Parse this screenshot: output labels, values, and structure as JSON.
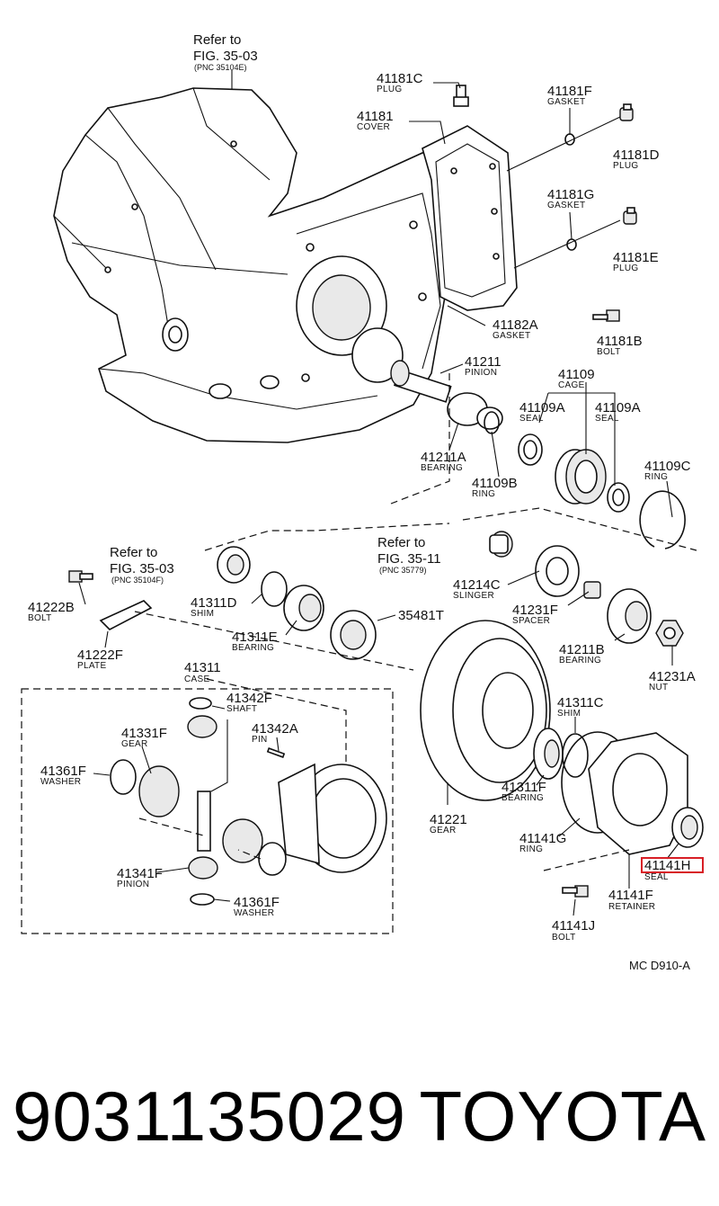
{
  "callouts": [
    {
      "id": "ref-35-03-top",
      "refer": "Refer to",
      "fig": "FIG. 35-03",
      "pnc": "(PNC 35104E)"
    },
    {
      "id": "ref-35-03-left",
      "refer": "Refer to",
      "fig": "FIG. 35-03",
      "pnc": "(PNC 35104F)"
    },
    {
      "id": "ref-35-11",
      "refer": "Refer to",
      "fig": "FIG. 35-11",
      "pnc": "(PNC 35779)"
    }
  ],
  "parts": [
    {
      "code": "41181C",
      "name": "PLUG"
    },
    {
      "code": "41181F",
      "name": "GASKET"
    },
    {
      "code": "41181",
      "name": "COVER"
    },
    {
      "code": "41181D",
      "name": "PLUG"
    },
    {
      "code": "41181G",
      "name": "GASKET"
    },
    {
      "code": "41181E",
      "name": "PLUG"
    },
    {
      "code": "41182A",
      "name": "GASKET"
    },
    {
      "code": "41181B",
      "name": "BOLT"
    },
    {
      "code": "41211",
      "name": "PINION"
    },
    {
      "code": "41109",
      "name": "CAGE"
    },
    {
      "code": "41109A",
      "name": "SEAL"
    },
    {
      "code": "41109A",
      "name": "SEAL"
    },
    {
      "code": "41211A",
      "name": "BEARING"
    },
    {
      "code": "41109B",
      "name": "RING"
    },
    {
      "code": "41109C",
      "name": "RING"
    },
    {
      "code": "41214C",
      "name": "SLINGER"
    },
    {
      "code": "41231F",
      "name": "SPACER"
    },
    {
      "code": "41211B",
      "name": "BEARING"
    },
    {
      "code": "41231A",
      "name": "NUT"
    },
    {
      "code": "41222B",
      "name": "BOLT"
    },
    {
      "code": "41222F",
      "name": "PLATE"
    },
    {
      "code": "41311D",
      "name": "SHIM"
    },
    {
      "code": "41311E",
      "name": "BEARING"
    },
    {
      "code": "35481T",
      "name": ""
    },
    {
      "code": "41311",
      "name": "CASE"
    },
    {
      "code": "41342F",
      "name": "SHAFT"
    },
    {
      "code": "41331F",
      "name": "GEAR"
    },
    {
      "code": "41342A",
      "name": "PIN"
    },
    {
      "code": "41361F",
      "name": "WASHER"
    },
    {
      "code": "41341F",
      "name": "PINION"
    },
    {
      "code": "41361F",
      "name": "WASHER"
    },
    {
      "code": "41311C",
      "name": "SHIM"
    },
    {
      "code": "41311F",
      "name": "BEARING"
    },
    {
      "code": "41221",
      "name": "GEAR"
    },
    {
      "code": "41141G",
      "name": "RING"
    },
    {
      "code": "41141H",
      "name": "SEAL"
    },
    {
      "code": "41141F",
      "name": "RETAINER"
    },
    {
      "code": "41141J",
      "name": "BOLT"
    }
  ],
  "highlight": {
    "code": "41141H",
    "color": "#d81f26"
  },
  "diagram_code": "MC D910-A",
  "footer": {
    "part_number": "9031135029",
    "brand": "TOYOTA"
  }
}
